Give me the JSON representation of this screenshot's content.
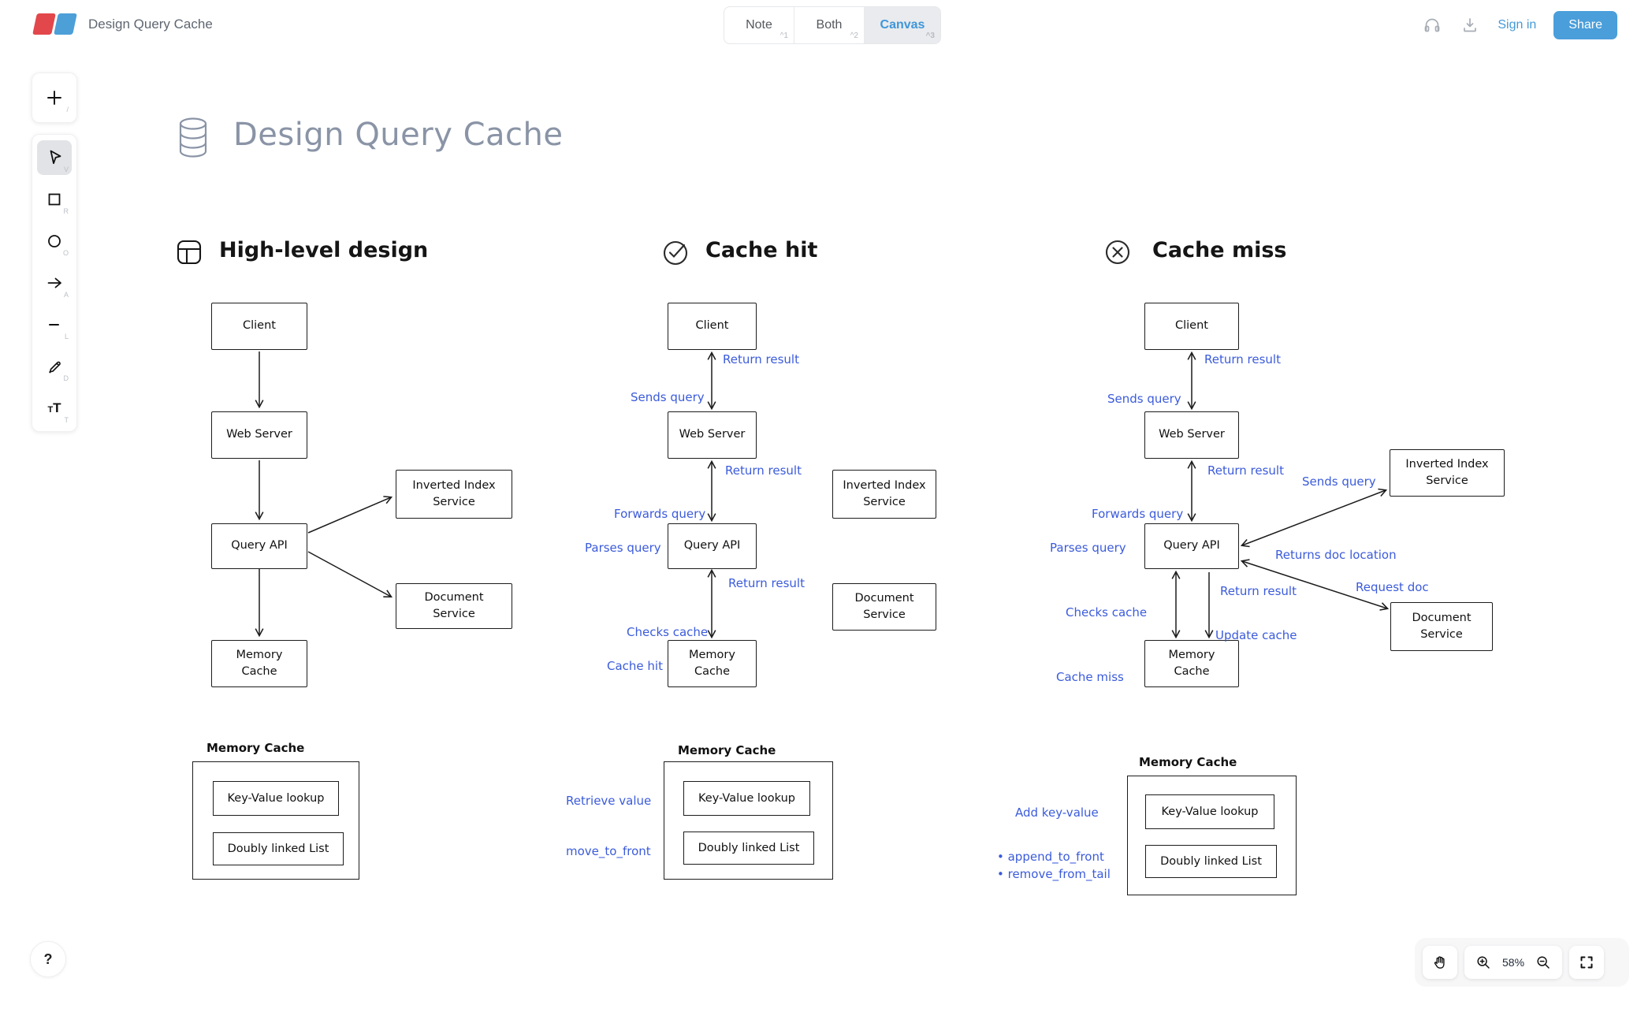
{
  "header": {
    "doc_title": "Design Query Cache",
    "tabs": {
      "note": {
        "label": "Note",
        "shortcut": "^1"
      },
      "both": {
        "label": "Both",
        "shortcut": "^2"
      },
      "canvas": {
        "label": "Canvas",
        "shortcut": "^3"
      }
    },
    "active_tab": "Canvas",
    "sign_in": "Sign in",
    "share": "Share"
  },
  "toolbar": {
    "insert_shortcut": "/",
    "select_shortcut": "V",
    "rectangle_shortcut": "R",
    "ellipse_shortcut": "O",
    "arrow_shortcut": "A",
    "line_shortcut": "L",
    "draw_shortcut": "D",
    "text_shortcut": "T"
  },
  "canvas": {
    "title": "Design Query Cache",
    "high_level": {
      "heading": "High-level design",
      "client": "Client",
      "web_server": "Web Server",
      "query_api": "Query API",
      "memory_cache": "Memory Cache",
      "inverted_index": "Inverted Index Service",
      "document_service": "Document Service"
    },
    "cache_hit": {
      "heading": "Cache hit",
      "client": "Client",
      "web_server": "Web Server",
      "query_api": "Query API",
      "memory_cache": "Memory Cache",
      "inverted_index": "Inverted Index Service",
      "document_service": "Document Service",
      "lbl_return_result_1": "Return result",
      "lbl_sends_query": "Sends query",
      "lbl_return_result_2": "Return result",
      "lbl_forwards_query": "Forwards query",
      "lbl_parses_query": "Parses query",
      "lbl_return_result_3": "Return result",
      "lbl_checks_cache": "Checks cache",
      "lbl_cache_hit": "Cache hit"
    },
    "cache_miss": {
      "heading": "Cache miss",
      "client": "Client",
      "web_server": "Web Server",
      "query_api": "Query API",
      "memory_cache": "Memory Cache",
      "inverted_index": "Inverted Index Service",
      "document_service": "Document Service",
      "lbl_return_result_1": "Return result",
      "lbl_sends_query_1": "Sends query",
      "lbl_return_result_2": "Return result",
      "lbl_forwards_query": "Forwards query",
      "lbl_parses_query": "Parses query",
      "lbl_sends_query_2": "Sends query",
      "lbl_returns_doc_location": "Returns doc location",
      "lbl_request_doc": "Request doc",
      "lbl_return_result_3": "Return result",
      "lbl_checks_cache": "Checks cache",
      "lbl_update_cache": "Update cache",
      "lbl_cache_miss": "Cache miss"
    },
    "memory_detail_1": {
      "title": "Memory Cache",
      "kv": "Key-Value lookup",
      "dll": "Doubly linked List"
    },
    "memory_detail_2": {
      "title": "Memory Cache",
      "kv": "Key-Value lookup",
      "dll": "Doubly linked List",
      "lbl_retrieve": "Retrieve value",
      "lbl_move": "move_to_front"
    },
    "memory_detail_3": {
      "title": "Memory Cache",
      "kv": "Key-Value lookup",
      "dll": "Doubly linked List",
      "lbl_add": "Add key-value",
      "lbl_append": "• append_to_front",
      "lbl_remove": "• remove_from_tail"
    }
  },
  "footer": {
    "help": "?",
    "zoom_level": "58%"
  },
  "colors": {
    "ui_accent_blue": "#4599d8",
    "share_button_bg": "#4a9eda",
    "diagram_label_blue": "#3b5bdb",
    "logo_red": "#e2474b",
    "logo_blue": "#4d9fd8",
    "title_gray": "#8a94a6"
  }
}
